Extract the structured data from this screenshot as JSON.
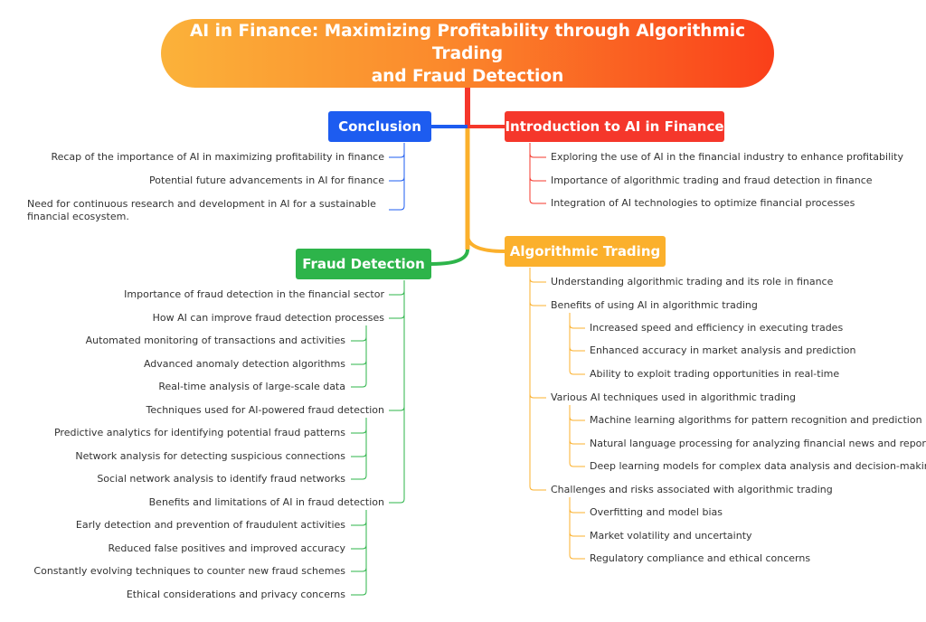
{
  "root": {
    "title_line1": "AI in Finance: Maximizing Profitability through Algorithmic Trading",
    "title_line2": "and Fraud Detection"
  },
  "colors": {
    "introduction": "#f5372b",
    "conclusion": "#1d5cf0",
    "algorithmic": "#fbb02c",
    "fraud": "#2db44a"
  },
  "introduction": {
    "title": "Introduction to AI in Finance",
    "items": [
      "Exploring the use of AI in the financial industry to enhance profitability",
      "Importance of algorithmic trading and fraud detection in finance",
      "Integration of AI technologies to optimize financial processes"
    ]
  },
  "conclusion": {
    "title": "Conclusion",
    "items": [
      "Recap of the importance of AI in maximizing profitability in finance",
      "Potential future advancements in AI for finance",
      "Need for continuous research and development in AI for a sustainable financial ecosystem."
    ]
  },
  "algorithmic": {
    "title": "Algorithmic Trading",
    "items": [
      "Understanding algorithmic trading and its role in finance",
      "Benefits of using AI in algorithmic trading",
      "Increased speed and efficiency in executing trades",
      "Enhanced accuracy in market analysis and prediction",
      "Ability to exploit trading opportunities in real-time",
      "Various AI techniques used in algorithmic trading",
      "Machine learning algorithms for pattern recognition and prediction",
      "Natural language processing for analyzing financial news and reports",
      "Deep learning models for complex data analysis and decision-making",
      "Challenges and risks associated with algorithmic trading",
      "Overfitting and model bias",
      "Market volatility and uncertainty",
      "Regulatory compliance and ethical concerns"
    ]
  },
  "fraud": {
    "title": "Fraud Detection",
    "items": [
      "Importance of fraud detection in the financial sector",
      "How AI can improve fraud detection processes",
      "Automated monitoring of transactions and activities",
      "Advanced anomaly detection algorithms",
      "Real-time analysis of large-scale data",
      "Techniques used for AI-powered fraud detection",
      "Predictive analytics for identifying potential fraud patterns",
      "Network analysis for detecting suspicious connections",
      "Social network analysis to identify fraud networks",
      "Benefits and limitations of AI in fraud detection",
      "Early detection and prevention of fraudulent activities",
      "Reduced false positives and improved accuracy",
      "Constantly evolving techniques to counter new fraud schemes",
      "Ethical considerations and privacy concerns"
    ]
  }
}
